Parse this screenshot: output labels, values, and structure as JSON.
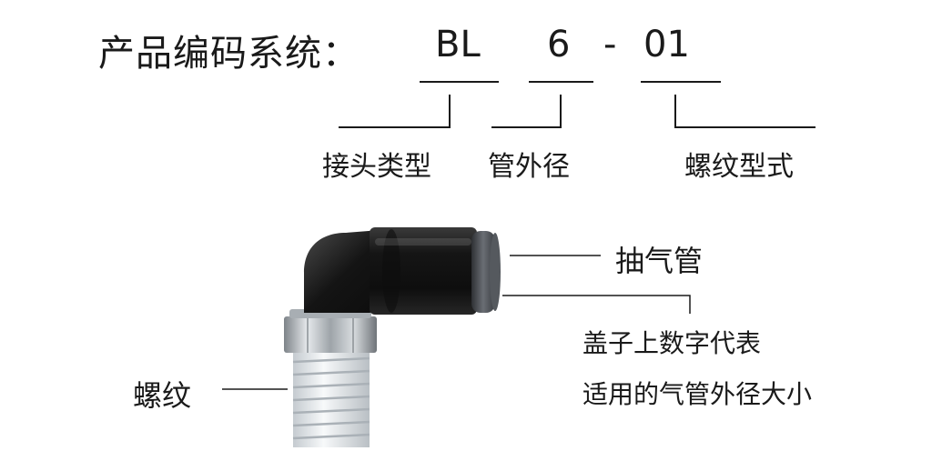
{
  "header": {
    "title": "产品编码系统：",
    "code_parts": [
      "BL",
      "6",
      "-",
      "01"
    ]
  },
  "segments": [
    {
      "label": "接头类型"
    },
    {
      "label": "管外径"
    },
    {
      "label": "螺纹型式"
    }
  ],
  "callouts": {
    "tube": "抽气管",
    "cap_line1": "盖子上数字代表",
    "cap_line2": "适用的气管外径大小",
    "thread": "螺纹"
  },
  "colors": {
    "text": "#1a1a1a",
    "body": "#1c1c1c",
    "nut": "#b8bcc0",
    "thread": "#e8ecef",
    "cap": "#4a4d52"
  }
}
